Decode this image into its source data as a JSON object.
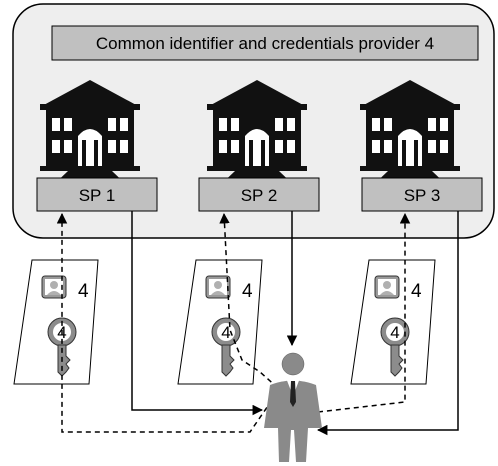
{
  "provider_title": "Common identifier and credentials provider 4",
  "service_providers": [
    {
      "label": "SP 1"
    },
    {
      "label": "SP 2"
    },
    {
      "label": "SP 3"
    }
  ],
  "cards": [
    {
      "id_number": "4",
      "key_number": "4"
    },
    {
      "id_number": "4",
      "key_number": "4"
    },
    {
      "id_number": "4",
      "key_number": "4"
    }
  ],
  "icons": {
    "institution": "building-icon",
    "identity": "id-photo-icon",
    "credential": "key-icon",
    "user": "person-icon"
  },
  "colors": {
    "panel_fill": "#eeeeee",
    "box_fill": "#c0c0c0",
    "building_fill": "#111111",
    "person_fill": "#8a8a8a"
  }
}
